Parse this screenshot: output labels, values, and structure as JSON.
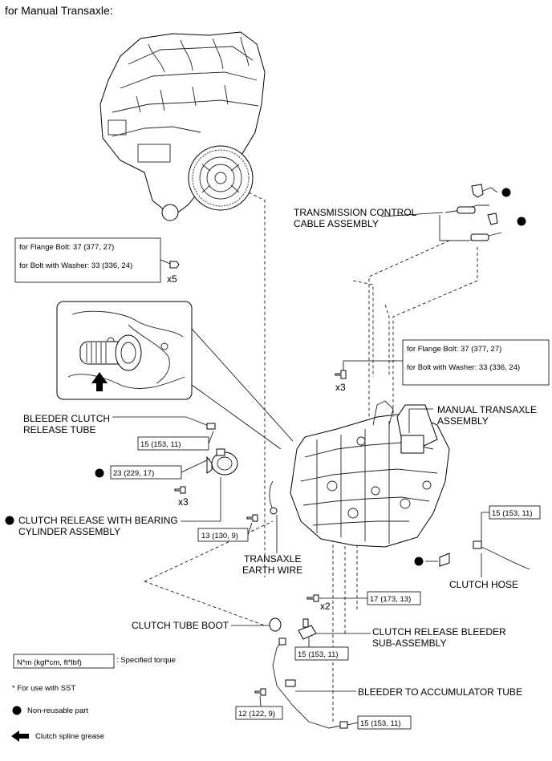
{
  "title": "for Manual Transaxle:",
  "torque": {
    "engine_flange": "for Flange Bolt: 37 (377, 27)",
    "engine_washer": "for Bolt with Washer: 33 (336, 24)",
    "trans_flange": "for Flange Bolt: 37 (377, 27)",
    "trans_washer": "for Bolt with Washer: 33 (336, 24)",
    "bleeder_tube": "15 (153, 11)",
    "release_cyl": "23 (229, 17)",
    "earth_wire": "13 (130, 9)",
    "clutch_hose": "15 (153, 11)",
    "bleeder_bolt": "17 (173, 13)",
    "bleeder_sub": "15 (153, 11)",
    "accum_bolt": "12 (122, 9)",
    "accum_tube": "15 (153, 11)"
  },
  "qty": {
    "engine_bolts": "x5",
    "trans_bolts": "x3",
    "cyl_bolts": "x3",
    "bleeder_bolts": "x2"
  },
  "labels": {
    "control_cable_1": "TRANSMISSION CONTROL",
    "control_cable_2": "CABLE ASSEMBLY",
    "manual_transaxle_1": "MANUAL TRANSAXLE",
    "manual_transaxle_2": "ASSEMBLY",
    "bleeder_tube_1": "BLEEDER CLUTCH",
    "bleeder_tube_2": "RELEASE TUBE",
    "release_cyl_1": "CLUTCH RELEASE WITH BEARING",
    "release_cyl_2": "CYLINDER ASSEMBLY",
    "earth_wire_1": "TRANSAXLE",
    "earth_wire_2": "EARTH WIRE",
    "clutch_hose": "CLUTCH HOSE",
    "tube_boot": "CLUTCH TUBE BOOT",
    "bleeder_sub_1": "CLUTCH RELEASE BLEEDER",
    "bleeder_sub_2": "SUB-ASSEMBLY",
    "accum_tube": "BLEEDER TO ACCUMULATOR TUBE"
  },
  "legend": {
    "torque_unit": "N*m (kgf*cm, ft*lbf)",
    "torque_desc": ": Specified torque",
    "sst_note": "* For use with SST",
    "nonreusable": "Non-reusable part",
    "grease": "Clutch spline grease"
  }
}
